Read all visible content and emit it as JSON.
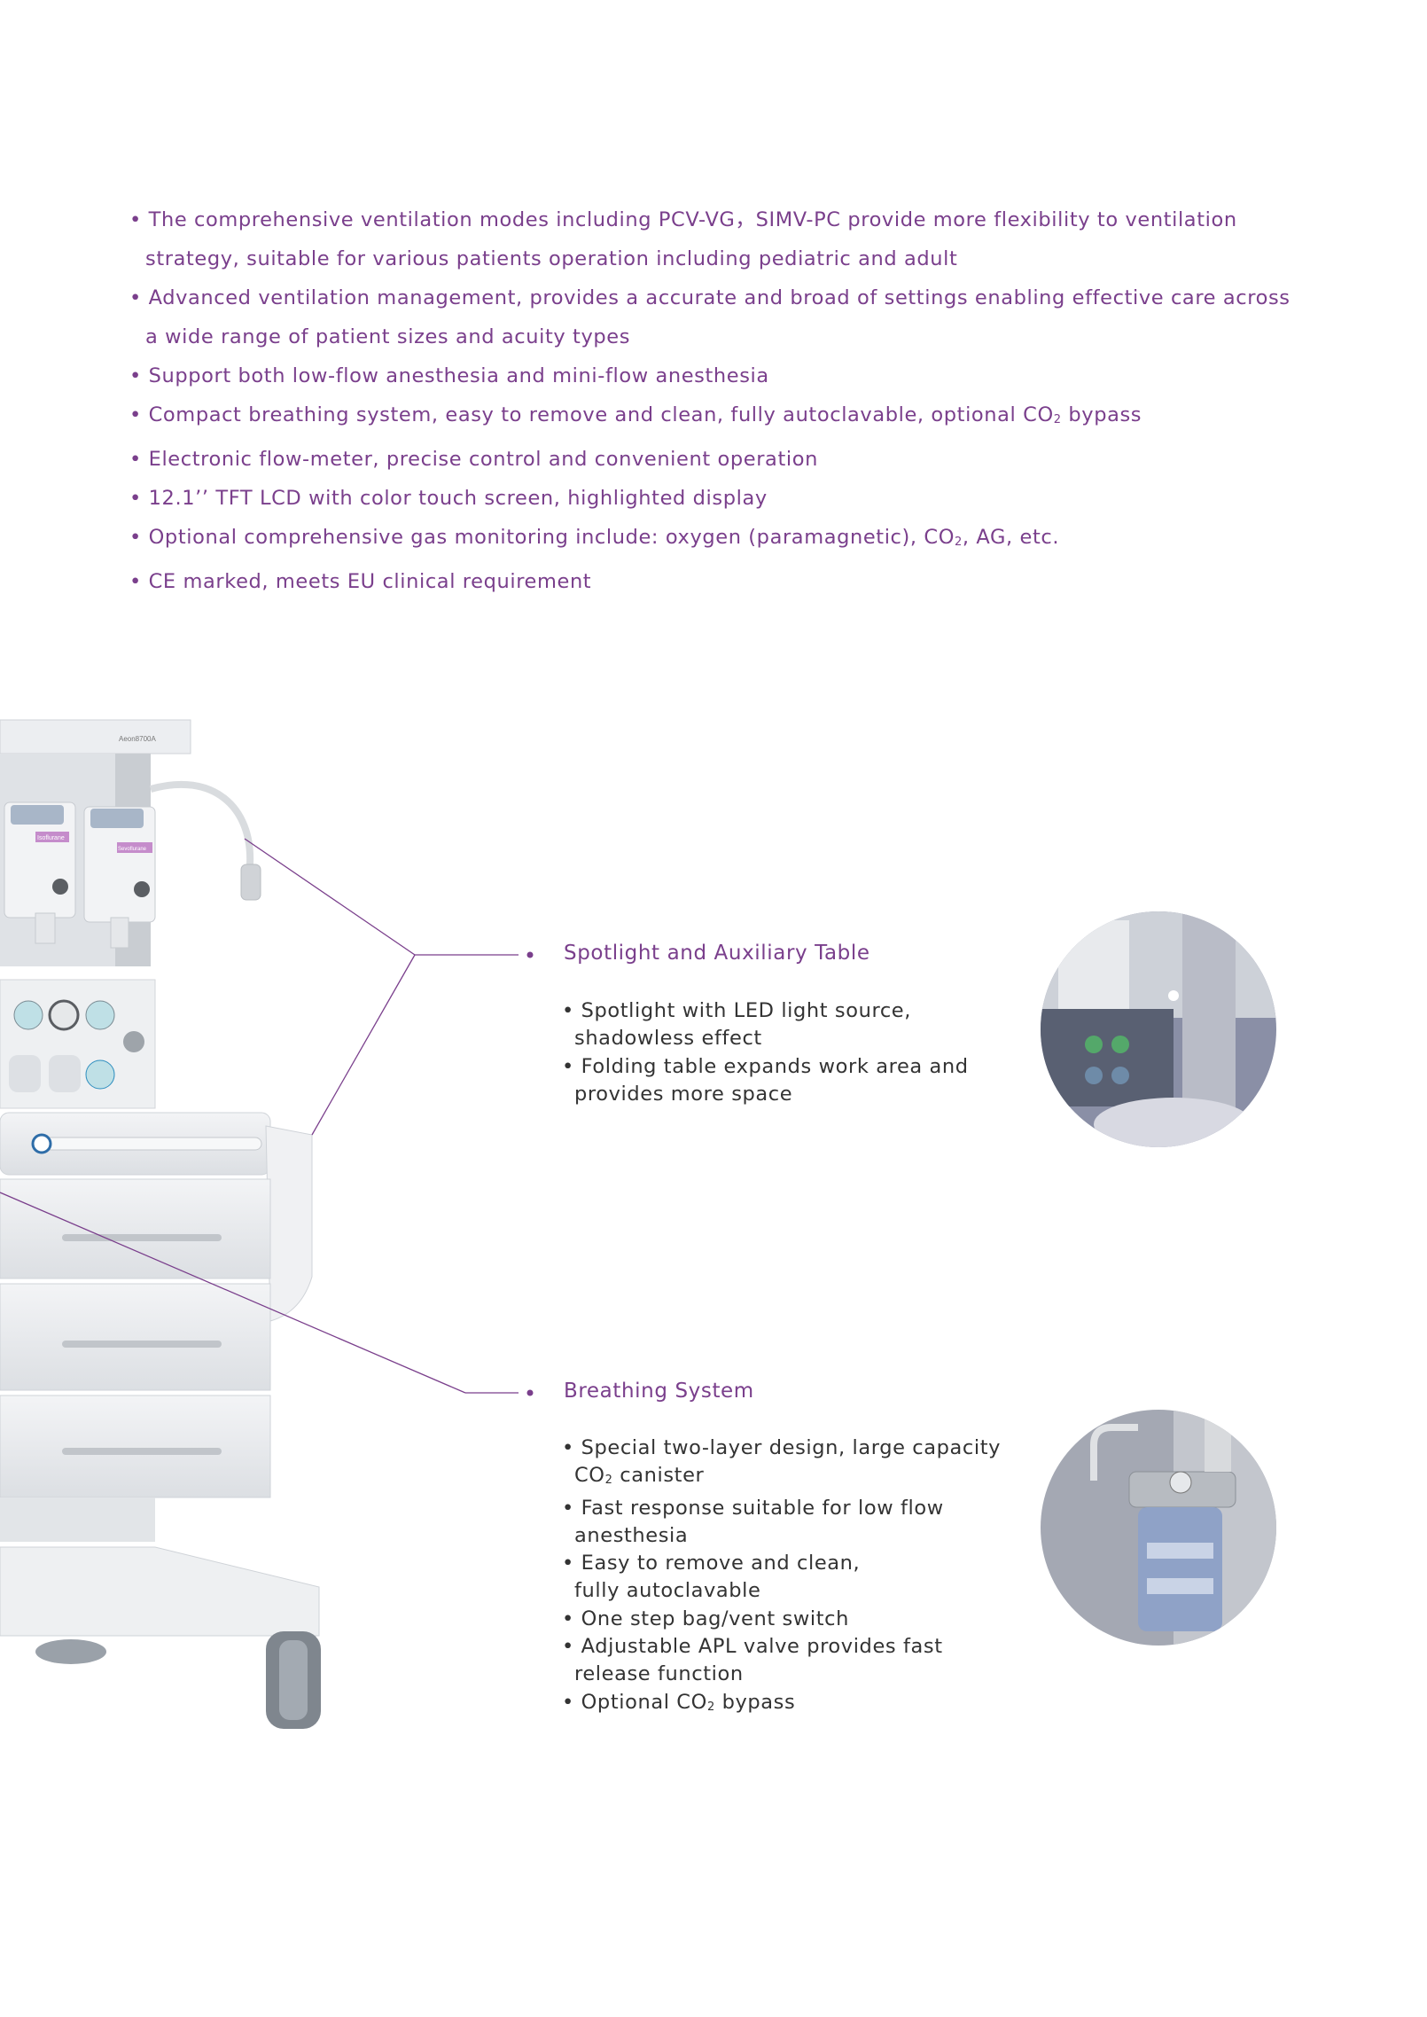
{
  "features": [
    {
      "text": "The comprehensive ventilation modes including PCV-VG，SIMV-PC provide more flexibility to ventilation strategy, suitable for various patients operation including pediatric and adult"
    },
    {
      "text": "Advanced ventilation management, provides a accurate and broad of settings enabling effective care across a wide range of patient sizes and acuity types"
    },
    {
      "text": "Support both low-flow anesthesia and mini-flow anesthesia"
    },
    {
      "text_before": "Compact breathing system, easy to remove and clean, fully autoclavable, optional CO",
      "sub": "2",
      "text_after": " bypass"
    },
    {
      "text": "Electronic flow-meter, precise control and convenient operation"
    },
    {
      "text": "12.1’’ TFT LCD with color touch screen, highlighted display"
    },
    {
      "text_before": "Optional comprehensive gas monitoring include: oxygen (paramagnetic), CO",
      "sub": "2",
      "text_after": ", AG, etc."
    },
    {
      "text": "CE marked, meets EU clinical requirement"
    }
  ],
  "machine": {
    "model_label": "Aeon8700A",
    "vaporizer1_label": "Isoflurane",
    "vaporizer2_label": "Sevoflurane"
  },
  "spotlight": {
    "title": "Spotlight and Auxiliary Table",
    "items": [
      {
        "line1": "Spotlight with LED light source,",
        "line2": "shadowless effect"
      },
      {
        "line1": "Folding table expands work area and",
        "line2": "provides more space"
      }
    ]
  },
  "breathing": {
    "title": "Breathing System",
    "items": [
      {
        "line1": "Special two-layer design, large capacity",
        "line2_before": "CO",
        "line2_sub": "2",
        "line2_after": " canister"
      },
      {
        "line1": "Fast response suitable for low flow",
        "line2": "anesthesia"
      },
      {
        "line1": "Easy to remove and clean,",
        "line2": "fully autoclavable"
      },
      {
        "line1": "One step bag/vent switch"
      },
      {
        "line1": "Adjustable APL valve provides fast",
        "line2": "release function"
      },
      {
        "line1_before": "Optional CO",
        "line1_sub": "2",
        "line1_after": " bypass"
      }
    ]
  },
  "colors": {
    "accent": "#7a3f8c",
    "body_text": "#333333"
  }
}
